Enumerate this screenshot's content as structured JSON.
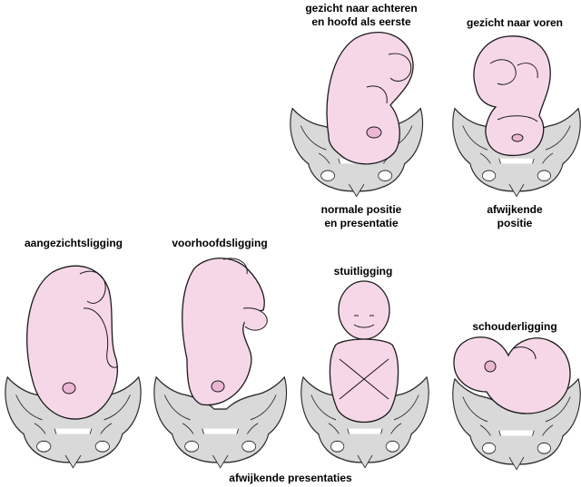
{
  "labels": {
    "top_left_line1": "gezicht naar achteren",
    "top_left_line2": "en hoofd als eerste",
    "top_right": "gezicht naar voren",
    "normal_line1": "normale positie",
    "normal_line2": "en presentatie",
    "abnormal_pos_line1": "afwijkende",
    "abnormal_pos_line2": "positie",
    "face": "aangezichtsligging",
    "brow": "voorhoofdsligging",
    "breech": "stuitligging",
    "shoulder": "schouderligging",
    "bottom_caption": "afwijkende presentaties"
  },
  "colors": {
    "pelvis_fill": "#d9d9d9",
    "pelvis_stroke": "#2a2a2a",
    "baby_fill": "#f6d7e8",
    "baby_shade": "#eab6d2",
    "outline": "#1a1a1a"
  }
}
